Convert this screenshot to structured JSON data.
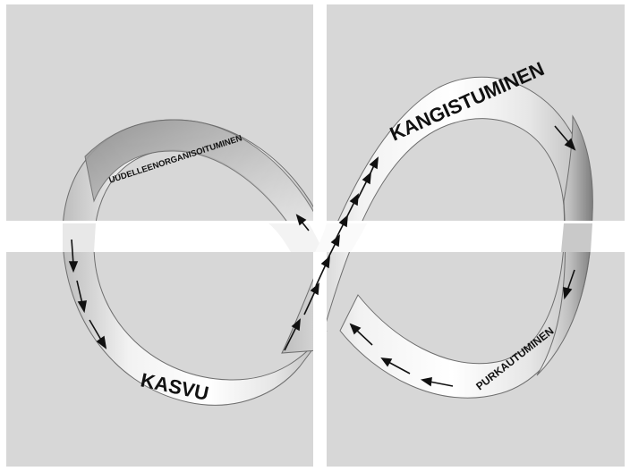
{
  "diagram": {
    "labels": {
      "kangistuminen": "KANGISTUMINEN",
      "kasvu": "KASVU",
      "uudelleenorganisoituminen": "UUDELLEENORGANISOITUMINEN",
      "purkautuminen": "PURKAUTUMINEN"
    },
    "colors": {
      "background_panel": "#d7d7d7",
      "ribbon_light": "#f4f4f4",
      "ribbon_shadow": "#a9a9a9",
      "arrow": "#111111",
      "divider": "#ffffff"
    },
    "arrow_count": 21
  }
}
